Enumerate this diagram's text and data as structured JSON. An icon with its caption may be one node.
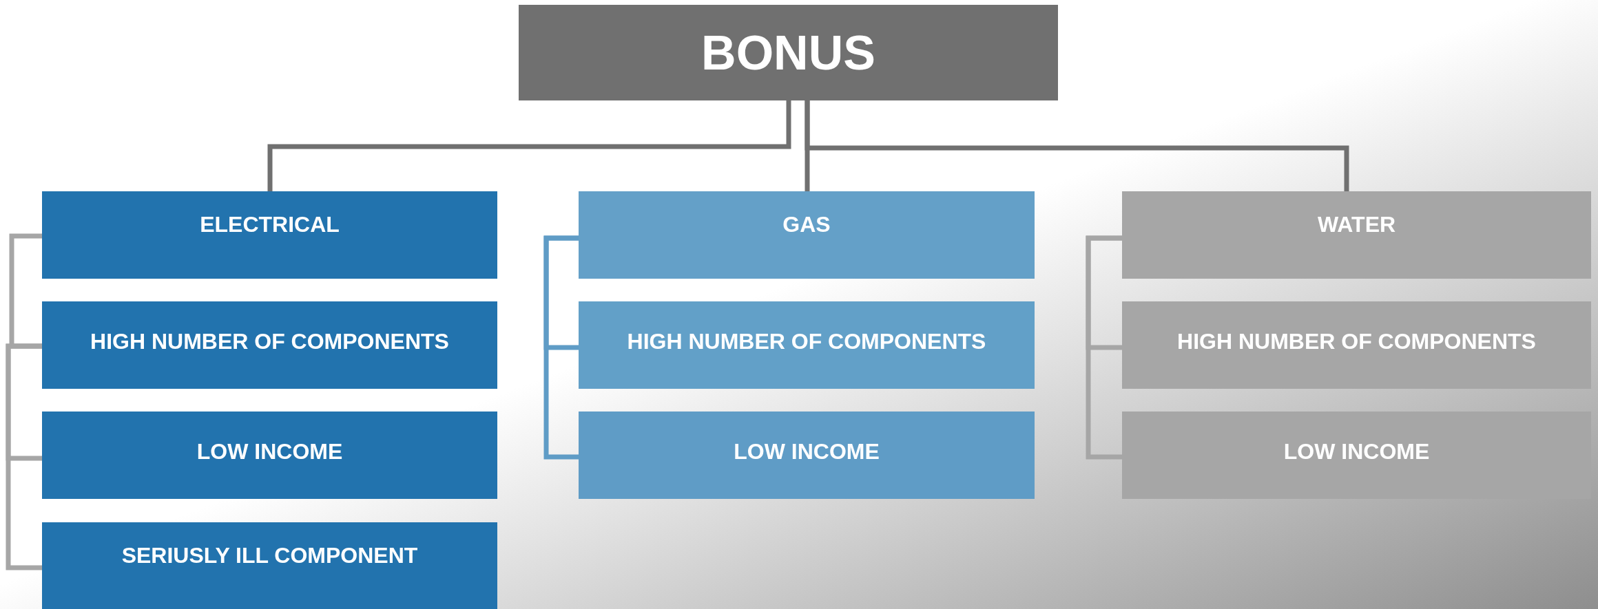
{
  "diagram": {
    "nodes": [
      {
        "text": [
          "BONUS"
        ]
      },
      {
        "text": [
          "ELECTRICAL"
        ]
      },
      {
        "text": [
          "GAS"
        ]
      },
      {
        "text": [
          "WATER"
        ]
      },
      {
        "text": [
          "HIGH NUMBER OF COMPONENTS"
        ]
      },
      {
        "text": [
          "HIGH NUMBER OF COMPONENTS"
        ]
      },
      {
        "text": [
          "HIGH NUMBER OF COMPONENTS"
        ]
      },
      {
        "text": [
          "LOW INCOME"
        ]
      },
      {
        "text": [
          "LOW INCOME"
        ]
      },
      {
        "text": [
          "LOW INCOME"
        ]
      },
      {
        "text": [
          "SERIUSLY ILL COMPONENT"
        ]
      }
    ],
    "edges": [
      {
        "from": 0,
        "to": 1,
        "arrow": "none",
        "color": "#707070"
      },
      {
        "from": 0,
        "to": 2,
        "arrow": "none",
        "color": "#707070"
      },
      {
        "from": 0,
        "to": 3,
        "arrow": "none",
        "color": "#707070"
      },
      {
        "from": 1,
        "to": 4,
        "arrow": "none"
      },
      {
        "from": 4,
        "to": 7,
        "arrow": "none"
      },
      {
        "from": 4,
        "to": 10,
        "arrow": "none"
      },
      {
        "from": 2,
        "to": 5,
        "arrow": "none",
        "color": "#5f9cc6"
      },
      {
        "from": 2,
        "to": 8,
        "arrow": "none",
        "color": "#5f9cc6"
      },
      {
        "from": 3,
        "to": 6,
        "arrow": "none"
      },
      {
        "from": 3,
        "to": 9,
        "arrow": "none"
      }
    ]
  }
}
